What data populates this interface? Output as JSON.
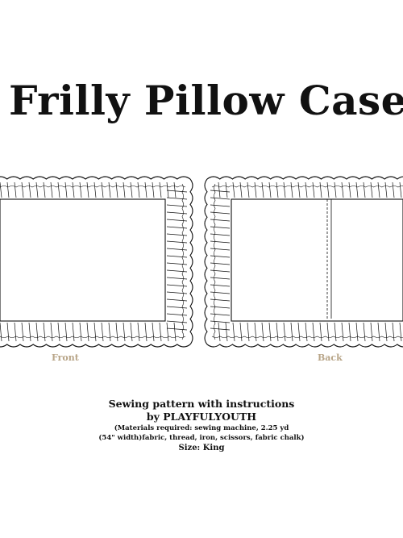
{
  "title": "Frilly Pillow Case",
  "views": {
    "front_label": "Front",
    "back_label": "Back",
    "label_color": "#b8a588"
  },
  "info": {
    "heading": "Sewing pattern with instructions",
    "byline": "by PLAYFULYOUTH",
    "materials_line1": "(Materials required: sewing machine, 2.25 yd",
    "materials_line2": "(54\" width)fabric, thread, iron, scissors, fabric chalk)",
    "size": "Size: King"
  }
}
